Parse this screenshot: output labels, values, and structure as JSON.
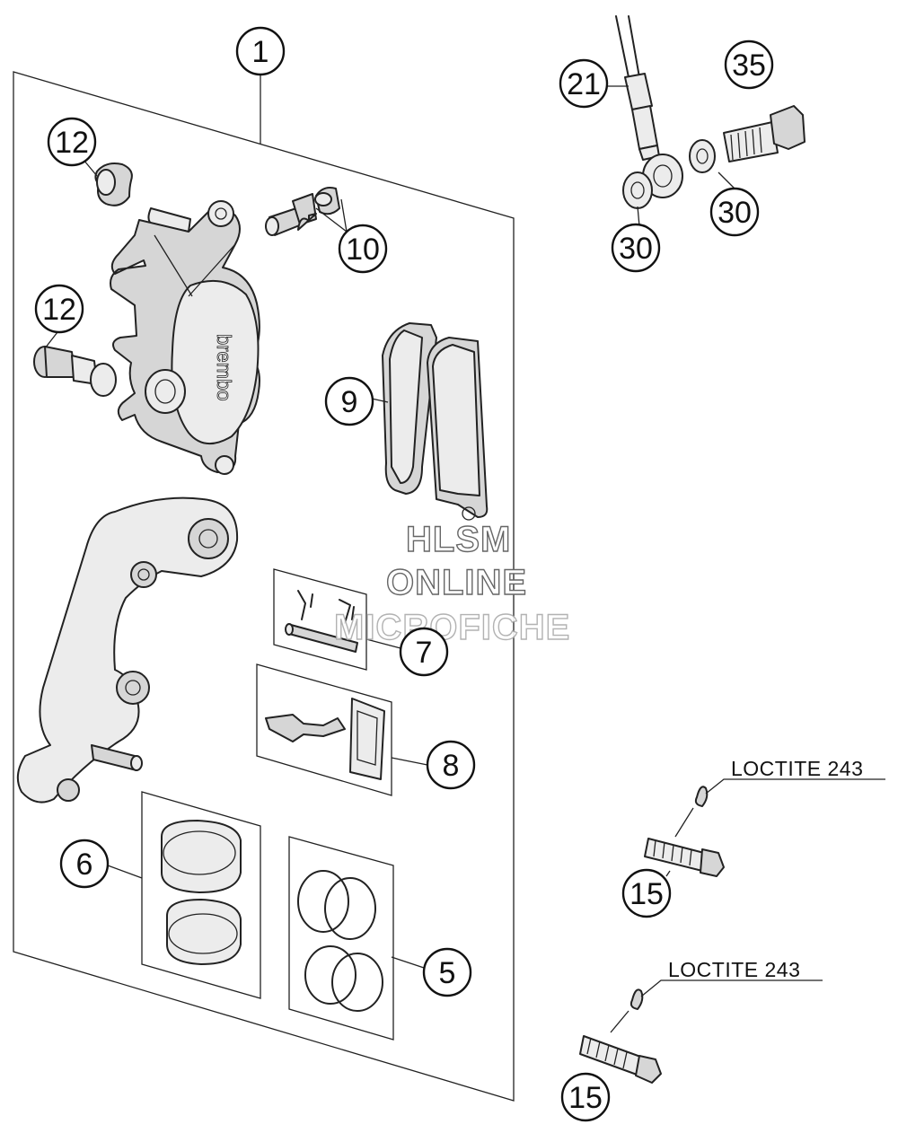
{
  "callouts": {
    "c1": "1",
    "c5": "5",
    "c6": "6",
    "c7": "7",
    "c8": "8",
    "c9": "9",
    "c10": "10",
    "c12a": "12",
    "c12b": "12",
    "c15a": "15",
    "c15b": "15",
    "c21": "21",
    "c30a": "30",
    "c30b": "30",
    "c35": "35"
  },
  "notes": {
    "loctite_upper": "LOCTITE 243",
    "loctite_lower": "LOCTITE 243"
  },
  "caliper_brand": "brembo",
  "watermark": {
    "line1": "HLSM",
    "line2": "ONLINE",
    "line3": "MICROFICHE"
  }
}
